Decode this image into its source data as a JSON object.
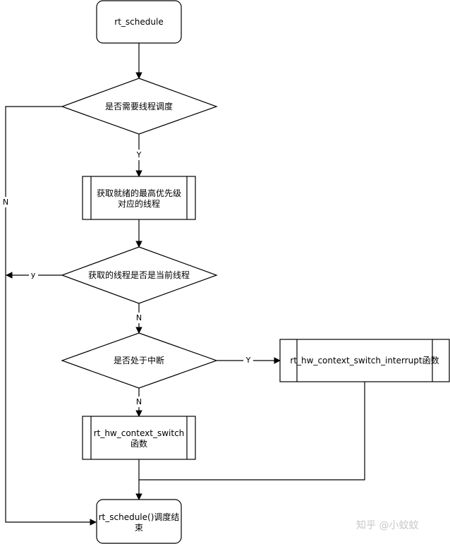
{
  "nodes": {
    "start": "rt_schedule",
    "need_schedule": "是否需要线程调度",
    "get_highest_1": "获取就绪的最高优先级",
    "get_highest_2": "对应的线程",
    "is_current": "获取的线程是否是当前线程",
    "in_interrupt": "是否处于中断",
    "ctx_irq": "rt_hw_context_switch_interrupt函数",
    "ctx_1": "rt_hw_context_switch",
    "ctx_2": "函数",
    "end_1": "rt_schedule()调度结",
    "end_2": "束"
  },
  "edges": {
    "yes_need": "Y",
    "no_need": "N",
    "yes_current": "y",
    "no_current": "N",
    "yes_interrupt": "Y",
    "no_interrupt": "N"
  },
  "watermark": "知乎 @小蚊蚊",
  "colors": {
    "stroke": "#000000",
    "fill": "#ffffff",
    "watermark": "#c8c8c8"
  }
}
